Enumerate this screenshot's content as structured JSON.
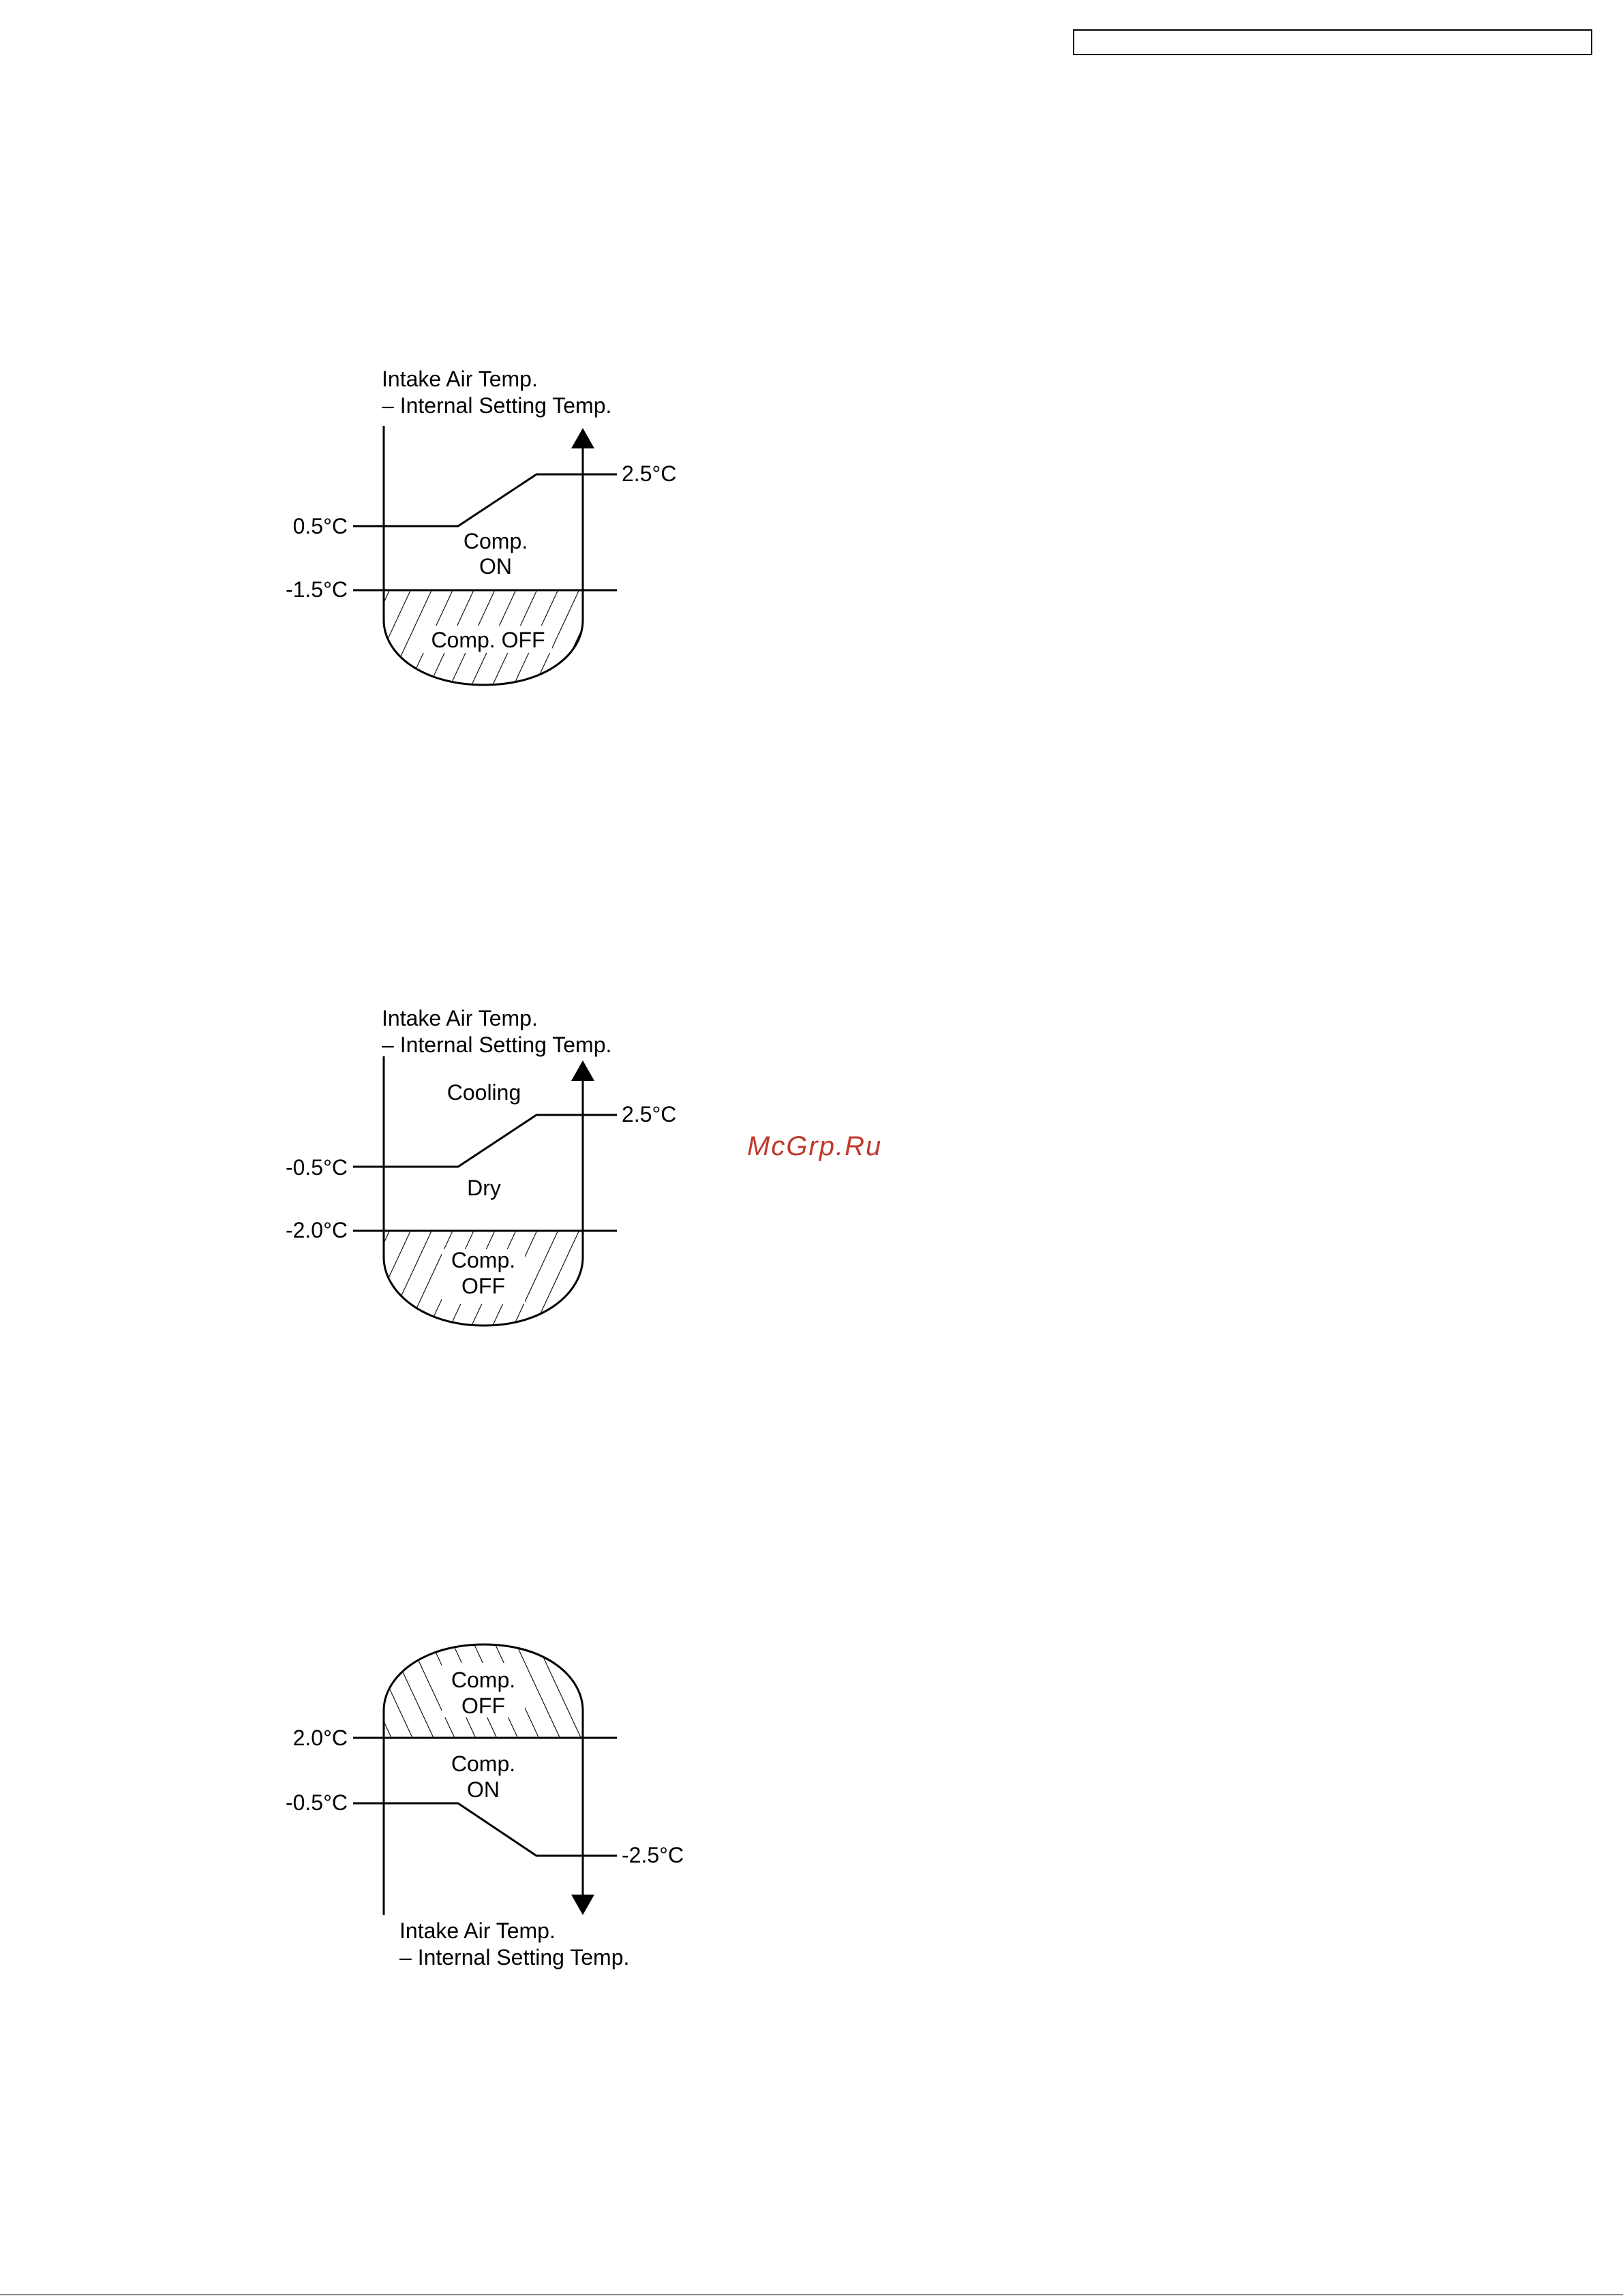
{
  "watermark": "McGrp.Ru",
  "diagram1": {
    "axis_label_line1": "Intake Air Temp.",
    "axis_label_line2": "– Internal Setting Temp.",
    "upper_level": "0.5°C",
    "lower_level": "-1.5°C",
    "target_level": "2.5°C",
    "on_label_line1": "Comp.",
    "on_label_line2": "ON",
    "off_label": "Comp. OFF"
  },
  "diagram2": {
    "axis_label_line1": "Intake Air Temp.",
    "axis_label_line2": "– Internal Setting Temp.",
    "upper_level": "-0.5°C",
    "lower_level": "-2.0°C",
    "target_level": "2.5°C",
    "cooling_label": "Cooling",
    "dry_label": "Dry",
    "off_label_line1": "Comp.",
    "off_label_line2": "OFF"
  },
  "diagram3": {
    "axis_label_line1": "Intake Air Temp.",
    "axis_label_line2": "– Internal Setting Temp.",
    "upper_level": "2.0°C",
    "lower_level": "-0.5°C",
    "target_level": "-2.5°C",
    "off_label_line1": "Comp.",
    "off_label_line2": "OFF",
    "on_label_line1": "Comp.",
    "on_label_line2": "ON"
  }
}
